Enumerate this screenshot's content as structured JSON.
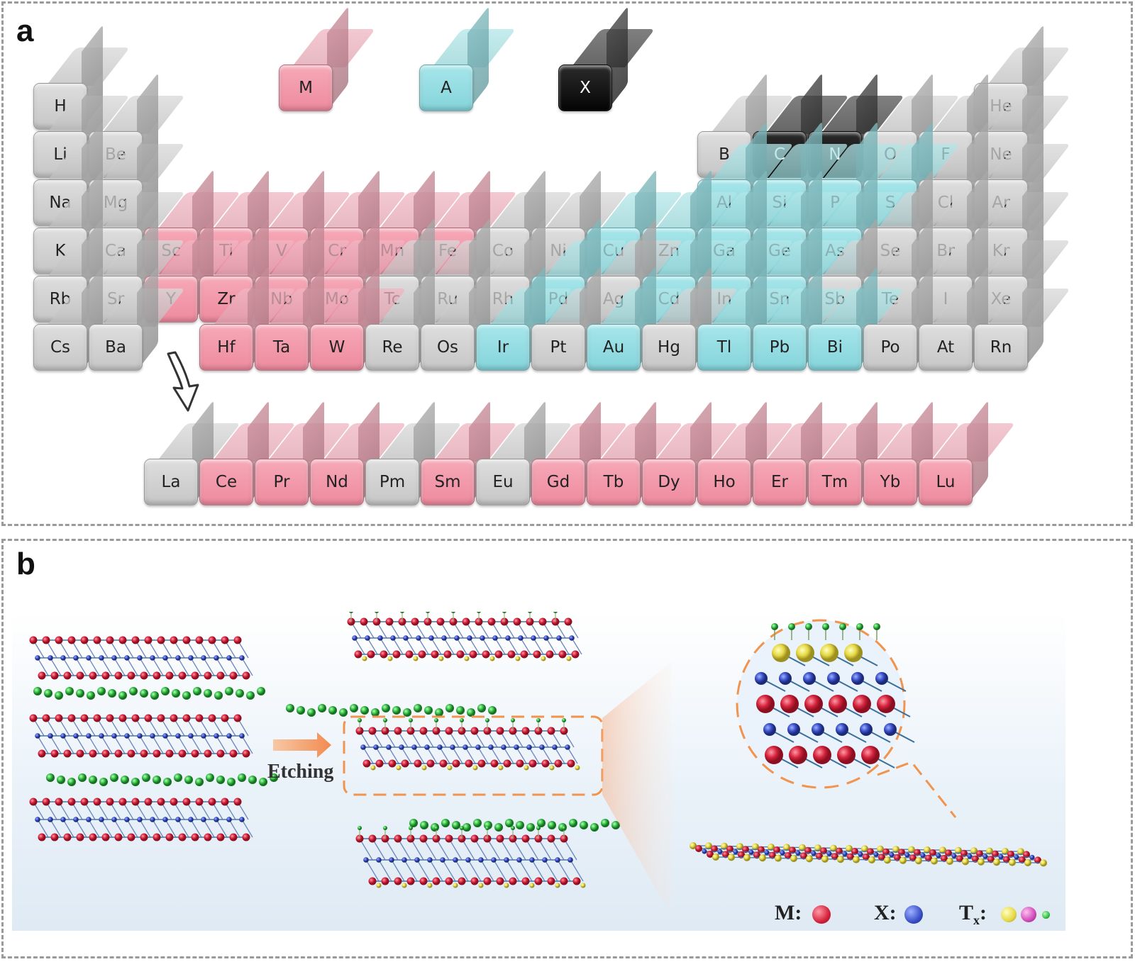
{
  "panel_a": {
    "label": "a",
    "legend": [
      {
        "symbol": "M",
        "category": "pink"
      },
      {
        "symbol": "A",
        "category": "cyan"
      },
      {
        "symbol": "X",
        "category": "black"
      }
    ],
    "main_table": [
      {
        "s": "H",
        "c": "gray",
        "col": 0,
        "row": 0
      },
      {
        "s": "He",
        "c": "gray",
        "col": 17,
        "row": 0
      },
      {
        "s": "Li",
        "c": "gray",
        "col": 0,
        "row": 1
      },
      {
        "s": "Be",
        "c": "gray",
        "col": 1,
        "row": 1
      },
      {
        "s": "B",
        "c": "gray",
        "col": 12,
        "row": 1
      },
      {
        "s": "C",
        "c": "black",
        "col": 13,
        "row": 1
      },
      {
        "s": "N",
        "c": "black",
        "col": 14,
        "row": 1
      },
      {
        "s": "O",
        "c": "gray",
        "col": 15,
        "row": 1
      },
      {
        "s": "F",
        "c": "gray",
        "col": 16,
        "row": 1
      },
      {
        "s": "Ne",
        "c": "gray",
        "col": 17,
        "row": 1
      },
      {
        "s": "Na",
        "c": "gray",
        "col": 0,
        "row": 2
      },
      {
        "s": "Mg",
        "c": "gray",
        "col": 1,
        "row": 2
      },
      {
        "s": "Al",
        "c": "cyan",
        "col": 12,
        "row": 2
      },
      {
        "s": "Si",
        "c": "cyan",
        "col": 13,
        "row": 2
      },
      {
        "s": "P",
        "c": "cyan",
        "col": 14,
        "row": 2
      },
      {
        "s": "S",
        "c": "cyan",
        "col": 15,
        "row": 2
      },
      {
        "s": "Cl",
        "c": "gray",
        "col": 16,
        "row": 2
      },
      {
        "s": "Ar",
        "c": "gray",
        "col": 17,
        "row": 2
      },
      {
        "s": "K",
        "c": "gray",
        "col": 0,
        "row": 3
      },
      {
        "s": "Ca",
        "c": "gray",
        "col": 1,
        "row": 3
      },
      {
        "s": "Sc",
        "c": "pink",
        "col": 2,
        "row": 3
      },
      {
        "s": "Ti",
        "c": "pink",
        "col": 3,
        "row": 3
      },
      {
        "s": "V",
        "c": "pink",
        "col": 4,
        "row": 3
      },
      {
        "s": "Cr",
        "c": "pink",
        "col": 5,
        "row": 3
      },
      {
        "s": "Mn",
        "c": "pink",
        "col": 6,
        "row": 3
      },
      {
        "s": "Fe",
        "c": "pink",
        "col": 7,
        "row": 3
      },
      {
        "s": "Co",
        "c": "gray",
        "col": 8,
        "row": 3
      },
      {
        "s": "Ni",
        "c": "gray",
        "col": 9,
        "row": 3
      },
      {
        "s": "Cu",
        "c": "cyan",
        "col": 10,
        "row": 3
      },
      {
        "s": "Zn",
        "c": "cyan",
        "col": 11,
        "row": 3
      },
      {
        "s": "Ga",
        "c": "cyan",
        "col": 12,
        "row": 3
      },
      {
        "s": "Ge",
        "c": "cyan",
        "col": 13,
        "row": 3
      },
      {
        "s": "As",
        "c": "cyan",
        "col": 14,
        "row": 3
      },
      {
        "s": "Se",
        "c": "gray",
        "col": 15,
        "row": 3
      },
      {
        "s": "Br",
        "c": "gray",
        "col": 16,
        "row": 3
      },
      {
        "s": "Kr",
        "c": "gray",
        "col": 17,
        "row": 3
      },
      {
        "s": "Rb",
        "c": "gray",
        "col": 0,
        "row": 4
      },
      {
        "s": "Sr",
        "c": "gray",
        "col": 1,
        "row": 4
      },
      {
        "s": "Y",
        "c": "pink",
        "col": 2,
        "row": 4
      },
      {
        "s": "Zr",
        "c": "pink",
        "col": 3,
        "row": 4
      },
      {
        "s": "Nb",
        "c": "pink",
        "col": 4,
        "row": 4
      },
      {
        "s": "Mo",
        "c": "pink",
        "col": 5,
        "row": 4
      },
      {
        "s": "Tc",
        "c": "gray",
        "col": 6,
        "row": 4
      },
      {
        "s": "Ru",
        "c": "gray",
        "col": 7,
        "row": 4
      },
      {
        "s": "Rh",
        "c": "gray",
        "col": 8,
        "row": 4
      },
      {
        "s": "Pd",
        "c": "cyan",
        "col": 9,
        "row": 4
      },
      {
        "s": "Ag",
        "c": "gray",
        "col": 10,
        "row": 4
      },
      {
        "s": "Cd",
        "c": "cyan",
        "col": 11,
        "row": 4
      },
      {
        "s": "In",
        "c": "cyan",
        "col": 12,
        "row": 4
      },
      {
        "s": "Sn",
        "c": "cyan",
        "col": 13,
        "row": 4
      },
      {
        "s": "Sb",
        "c": "gray",
        "col": 14,
        "row": 4
      },
      {
        "s": "Te",
        "c": "gray",
        "col": 15,
        "row": 4
      },
      {
        "s": "I",
        "c": "gray",
        "col": 16,
        "row": 4
      },
      {
        "s": "Xe",
        "c": "gray",
        "col": 17,
        "row": 4
      },
      {
        "s": "Cs",
        "c": "gray",
        "col": 0,
        "row": 5
      },
      {
        "s": "Ba",
        "c": "gray",
        "col": 1,
        "row": 5
      },
      {
        "s": "Hf",
        "c": "pink",
        "col": 3,
        "row": 5
      },
      {
        "s": "Ta",
        "c": "pink",
        "col": 4,
        "row": 5
      },
      {
        "s": "W",
        "c": "pink",
        "col": 5,
        "row": 5
      },
      {
        "s": "Re",
        "c": "gray",
        "col": 6,
        "row": 5
      },
      {
        "s": "Os",
        "c": "gray",
        "col": 7,
        "row": 5
      },
      {
        "s": "Ir",
        "c": "cyan",
        "col": 8,
        "row": 5
      },
      {
        "s": "Pt",
        "c": "gray",
        "col": 9,
        "row": 5
      },
      {
        "s": "Au",
        "c": "cyan",
        "col": 10,
        "row": 5
      },
      {
        "s": "Hg",
        "c": "gray",
        "col": 11,
        "row": 5
      },
      {
        "s": "Tl",
        "c": "cyan",
        "col": 12,
        "row": 5
      },
      {
        "s": "Pb",
        "c": "cyan",
        "col": 13,
        "row": 5
      },
      {
        "s": "Bi",
        "c": "cyan",
        "col": 14,
        "row": 5
      },
      {
        "s": "Po",
        "c": "gray",
        "col": 15,
        "row": 5
      },
      {
        "s": "At",
        "c": "gray",
        "col": 16,
        "row": 5
      },
      {
        "s": "Rn",
        "c": "gray",
        "col": 17,
        "row": 5
      }
    ],
    "lanthanides": [
      {
        "s": "La",
        "c": "gray"
      },
      {
        "s": "Ce",
        "c": "pink"
      },
      {
        "s": "Pr",
        "c": "pink"
      },
      {
        "s": "Nd",
        "c": "pink"
      },
      {
        "s": "Pm",
        "c": "gray"
      },
      {
        "s": "Sm",
        "c": "pink"
      },
      {
        "s": "Eu",
        "c": "gray"
      },
      {
        "s": "Gd",
        "c": "pink"
      },
      {
        "s": "Tb",
        "c": "pink"
      },
      {
        "s": "Dy",
        "c": "pink"
      },
      {
        "s": "Ho",
        "c": "pink"
      },
      {
        "s": "Er",
        "c": "pink"
      },
      {
        "s": "Tm",
        "c": "pink"
      },
      {
        "s": "Yb",
        "c": "pink"
      },
      {
        "s": "Lu",
        "c": "pink"
      }
    ]
  },
  "panel_b": {
    "label": "b",
    "process_label": "Etching",
    "key": {
      "m_label": "M:",
      "x_label": "X:",
      "t_label": "T",
      "t_sub": "x",
      "t_colon": ":"
    },
    "colors": {
      "M": "#d4223b",
      "X": "#3a4fc8",
      "A": "#33bb44",
      "Tx_yellow": "#e6d845",
      "Tx_pink": "#d04ab8",
      "Tx_green": "#33bb44"
    }
  }
}
